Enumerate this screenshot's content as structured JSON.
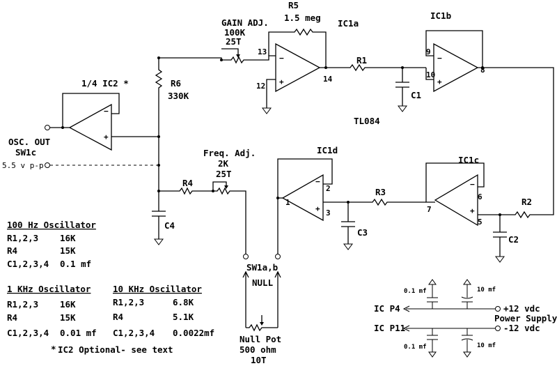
{
  "labels": {
    "r5": "R5",
    "r5_val": "1.5 meg",
    "gain_adj": "GAIN ADJ.",
    "gain_val": "100K",
    "gain_turns": "25T",
    "ic1a": "IC1a",
    "ic1b": "IC1b",
    "ic1c": "IC1c",
    "ic1d": "IC1d",
    "ic2": "1/4  IC2 *",
    "r6": "R6",
    "r6_val": "330K",
    "r1": "R1",
    "r2": "R2",
    "r3": "R3",
    "r4": "R4",
    "c1": "C1",
    "c2": "C2",
    "c3": "C3",
    "c4": "C4",
    "chip": "TL084",
    "osc_out": "OSC. OUT",
    "sw1c": "SW1c",
    "level": "5.5 v p-p",
    "freq_adj": "Freq. Adj.",
    "freq_val": "2K",
    "freq_turns": "25T",
    "sw1ab": "SW1a,b",
    "null": "NULL",
    "null_pot": "Null Pot",
    "null_val": "500 ohm",
    "null_turns": "10T",
    "footnote": "IC2 Optional- see text",
    "power_supply": "Power Supply",
    "p4": "IC P4",
    "p11": "IC P11",
    "v_pos": "+12 vdc",
    "v_neg": "-12 vdc",
    "cap_top_left": "0.1 mf",
    "cap_top_right": "10 mf",
    "cap_bot_left": "0.1 mf",
    "cap_bot_right": "10 mf"
  },
  "pins": {
    "p13": "13",
    "p12": "12",
    "p14": "14",
    "p9": "9",
    "p10": "10",
    "p8": "8",
    "p1": "1",
    "p2": "2",
    "p3": "3",
    "p6": "6",
    "p7": "7",
    "p5": "5"
  },
  "tables": {
    "hz100": {
      "title": "100 Hz Oscillator",
      "rows": [
        {
          "part": "R1,2,3",
          "value": "16K"
        },
        {
          "part": "R4",
          "value": "15K"
        },
        {
          "part": "C1,2,3,4",
          "value": "0.1 mf"
        }
      ]
    },
    "khz1": {
      "title": "1 KHz Oscillator",
      "rows": [
        {
          "part": "R1,2,3",
          "value": "16K"
        },
        {
          "part": "R4",
          "value": "15K"
        },
        {
          "part": "C1,2,3,4",
          "value": "0.01 mf"
        }
      ]
    },
    "khz10": {
      "title": "10 KHz Oscillator",
      "rows": [
        {
          "part": "R1,2,3",
          "value": "6.8K"
        },
        {
          "part": "R4",
          "value": "5.1K"
        },
        {
          "part": "C1,2,3,4",
          "value": "0.0022mf"
        }
      ]
    }
  }
}
